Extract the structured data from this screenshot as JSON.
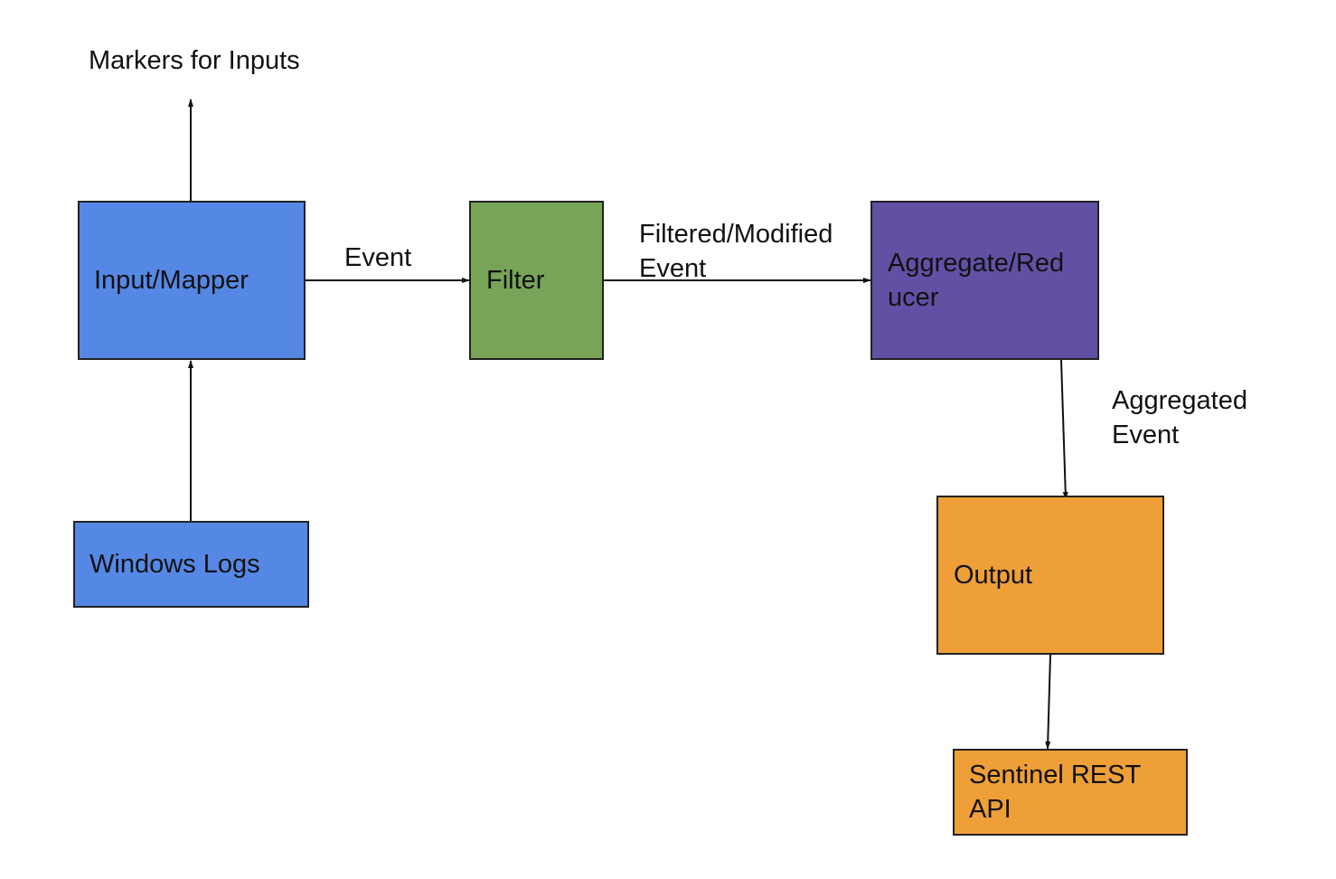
{
  "nodes": {
    "input_mapper": {
      "label": "Input/Mapper",
      "color": "#5588e5"
    },
    "filter": {
      "label": "Filter",
      "color": "#77a457"
    },
    "aggregate_reducer": {
      "label": "Aggregate/Red\nucer",
      "color": "#6150a3"
    },
    "output": {
      "label": "Output",
      "color": "#ef9f38"
    },
    "windows_logs": {
      "label": "Windows Logs",
      "color": "#5588e5"
    },
    "sentinel_rest_api": {
      "label": "Sentinel REST\nAPI",
      "color": "#ef9f38"
    }
  },
  "edge_labels": {
    "markers_for_inputs": "Markers for Inputs",
    "event": "Event",
    "filtered_modified_event": "Filtered/Modified\nEvent",
    "aggregated_event": "Aggregated\nEvent"
  },
  "edges": [
    {
      "from": "windows_logs",
      "to": "input_mapper"
    },
    {
      "from": "input_mapper",
      "to": "markers_for_inputs"
    },
    {
      "from": "input_mapper",
      "to": "filter",
      "label": "Event"
    },
    {
      "from": "filter",
      "to": "aggregate_reducer",
      "label": "Filtered/Modified Event"
    },
    {
      "from": "aggregate_reducer",
      "to": "output",
      "label": "Aggregated Event"
    },
    {
      "from": "output",
      "to": "sentinel_rest_api"
    }
  ]
}
